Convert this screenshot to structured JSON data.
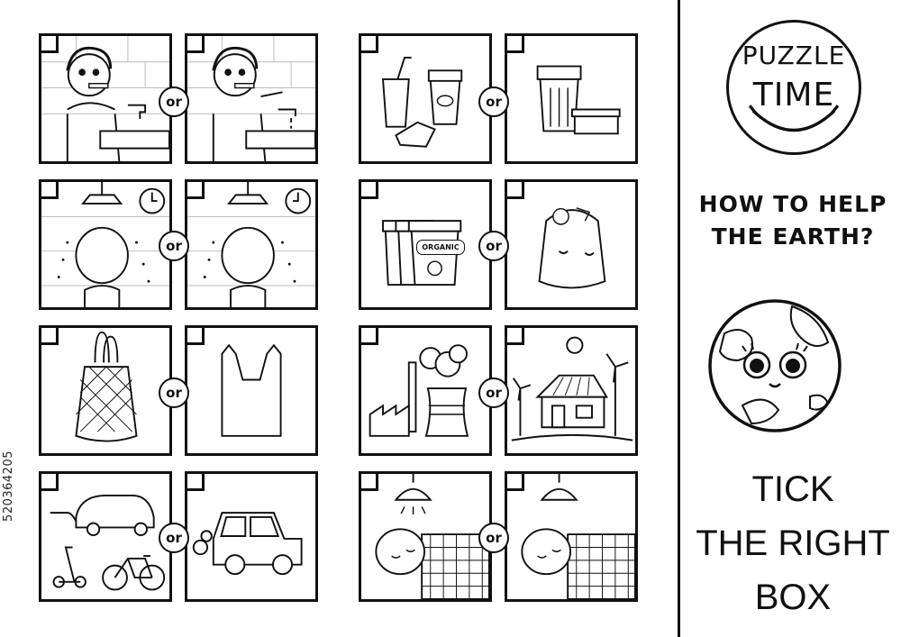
{
  "watermark": "520364205",
  "or_label": "or",
  "organic_label": "ORGANIC",
  "logo": {
    "line1": "PUZZLE",
    "line2": "TIME"
  },
  "question": {
    "line1": "HOW TO HELP",
    "line2": "THE EARTH?"
  },
  "instruction": {
    "line1": "TICK",
    "line2": "THE RIGHT",
    "line3": "BOX"
  },
  "pairs": [
    {
      "name": "tooth-brushing",
      "left": "tap-off",
      "right": "tap-running"
    },
    {
      "name": "shower",
      "left": "shower-short",
      "right": "shower-long"
    },
    {
      "name": "bags",
      "left": "mesh-bag",
      "right": "plastic-bag"
    },
    {
      "name": "transport",
      "left": "electric-car-bike-scooter",
      "right": "petrol-car"
    },
    {
      "name": "takeaway",
      "left": "disposable-cups",
      "right": "reusable-containers"
    },
    {
      "name": "waste",
      "left": "sorting-bins",
      "right": "mixed-garbage-bag"
    },
    {
      "name": "energy",
      "left": "factory",
      "right": "solar-house"
    },
    {
      "name": "lights",
      "left": "light-on-sleeping",
      "right": "light-off-sleeping"
    }
  ]
}
